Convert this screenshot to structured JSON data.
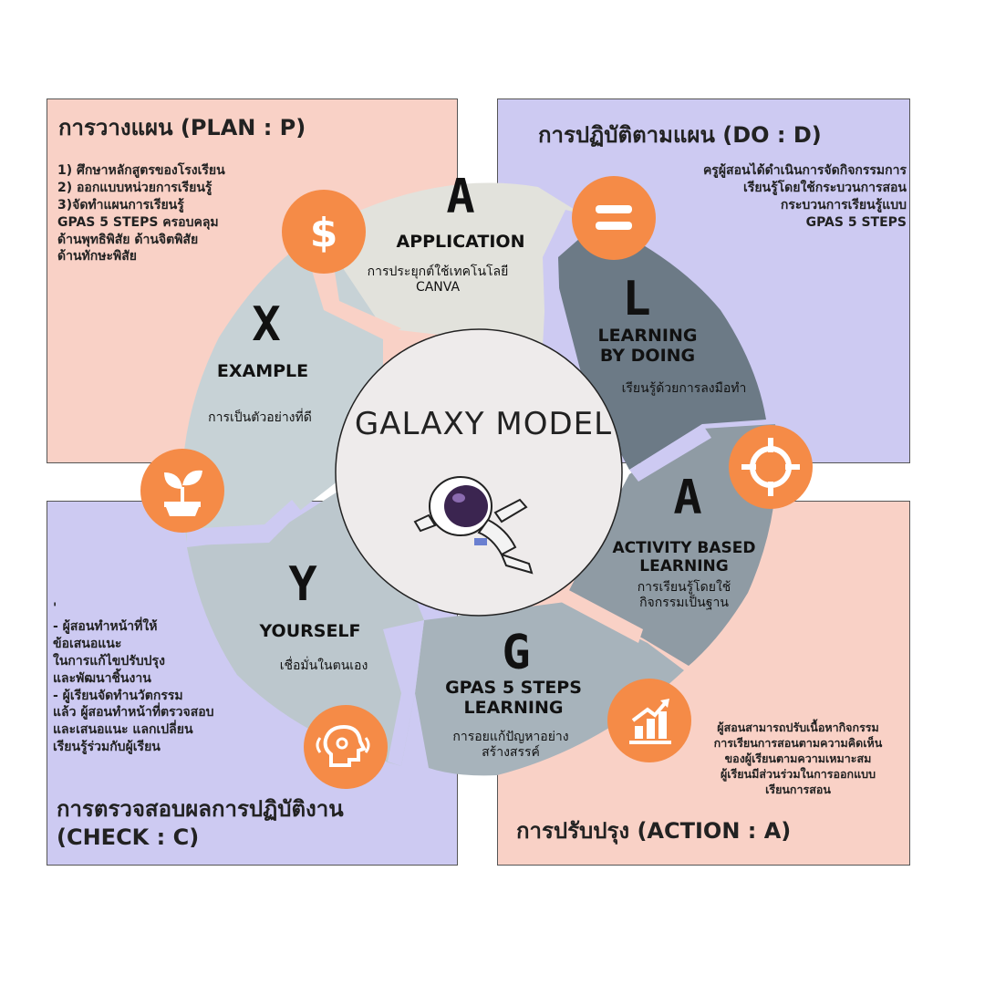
{
  "center": {
    "title": "GALAXY MODEL"
  },
  "quadrants": {
    "plan": {
      "title": "การวางแผน (PLAN : P)",
      "lines": [
        "1) ศึกษาหลักสูตรของโรงเรียน",
        "2) ออกแบบหน่วยการเรียนรู้",
        "3)จัดทำแผนการเรียนรู้",
        "GPAS 5 STEPS ครอบคลุม",
        "ด้านพุทธิพิสัย ด้านจิตพิสัย",
        "ด้านทักษะพิสัย"
      ]
    },
    "do": {
      "title": "การปฏิบัติตามแผน (DO : D)",
      "lines": [
        "ครูผู้สอนได้ดำเนินการจัดกิจกรรมการ",
        "เรียนรู้โดยใช้กระบวนการสอน",
        "กระบวนการเรียนรู้แบบ",
        "GPAS 5 STEPS"
      ]
    },
    "check": {
      "title_lines": [
        "การตรวจสอบผลการปฏิบัติงาน",
        "(CHECK : C)"
      ],
      "lines": [
        "'",
        " - ผู้สอนทำหน้าที่ให้",
        "ข้อเสนอแนะ",
        "ในการแก้ไขปรับปรุง",
        "และพัฒนาชิ้นงาน",
        " - ผู้เรียนจัดทำนวัตกรรม",
        "แล้ว ผู้สอนทำหน้าที่ตรวจสอบ",
        " และเสนอแนะ แลกเปลี่ยน",
        "เรียนรู้ร่วมกับผู้เรียน"
      ]
    },
    "action": {
      "title": "การปรับปรุง (ACTION : A)",
      "lines": [
        "ผู้สอนสามารถปรับเนื้อหากิจกรรม",
        "การเรียนการสอนตามความคิดเห็น",
        "ของผู้เรียนตามความเหมาะสม",
        "ผู้เรียนมีส่วนร่วมในการออกแบบ",
        "เรียนการสอน"
      ]
    }
  },
  "segments": {
    "application": {
      "letter": "A",
      "title": "APPLICATION",
      "desc_lines": [
        "การประยุกต์ใช้เทคโนโลยี",
        "CANVA"
      ]
    },
    "learning_by_doing": {
      "letter": "L",
      "title_lines": [
        "LEARNING",
        "BY DOING"
      ],
      "desc": "เรียนรู้ด้วยการลงมือทำ"
    },
    "activity_based": {
      "letter": "A",
      "title_lines": [
        "ACTIVITY BASED",
        "LEARNING"
      ],
      "desc_lines": [
        "การเรียนรู้โดยใช้",
        "กิจกรรมเป็นฐาน"
      ]
    },
    "gpas": {
      "letter": "G",
      "title_lines": [
        "GPAS 5 STEPS",
        "LEARNING"
      ],
      "desc_lines": [
        "การอยแก้ปัญหาอย่าง",
        "สร้างสรรค์"
      ]
    },
    "yourself": {
      "letter": "Y",
      "title": "YOURSELF",
      "desc": "เชื่อมั่นในตนเอง"
    },
    "example": {
      "letter": "X",
      "title": "EXAMPLE",
      "desc": "การเป็นตัวอย่างที่ดี"
    }
  },
  "icons": [
    "dollar-icon",
    "equals-icon",
    "target-icon",
    "chart-growth-icon",
    "head-sound-icon",
    "sprout-icon"
  ],
  "colors": {
    "accent_orange": "#f58b47",
    "peach": "#f9d1c6",
    "lavender": "#cdcaf2",
    "seg_application": "#e2e2dc",
    "seg_learning": "#6c7a86",
    "seg_activity": "#8f9ba4",
    "seg_gpas": "#a7b3bb",
    "seg_yourself": "#bcc7cd",
    "seg_example": "#c7d2d6",
    "center": "#eeebeb"
  }
}
